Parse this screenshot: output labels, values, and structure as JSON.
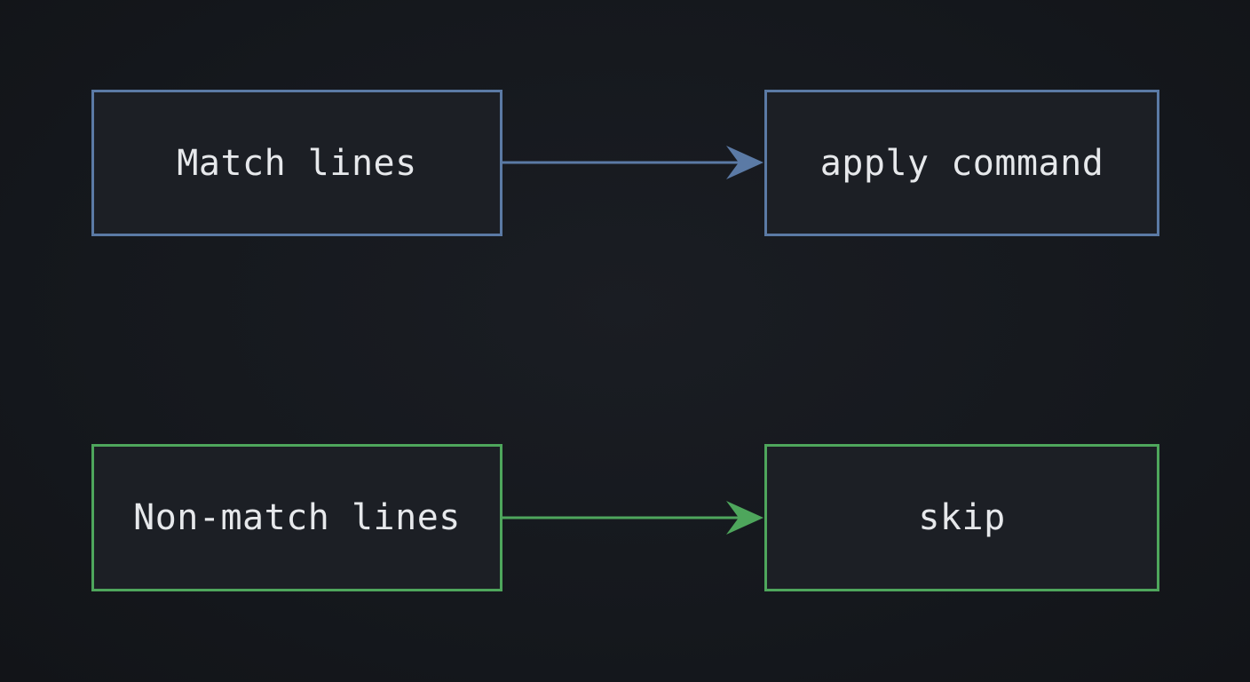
{
  "nodes": {
    "match": {
      "label": "Match lines"
    },
    "apply": {
      "label": "apply command"
    },
    "nonmatch": {
      "label": "Non-match lines"
    },
    "skip": {
      "label": "skip"
    }
  },
  "colors": {
    "background": "#15181d",
    "node_fill": "#1c1f25",
    "blue": "#5b7aa5",
    "green": "#4ea65c",
    "text": "#e6e8eb"
  },
  "edges": [
    {
      "from": "match",
      "to": "apply",
      "color": "blue"
    },
    {
      "from": "nonmatch",
      "to": "skip",
      "color": "green"
    }
  ]
}
